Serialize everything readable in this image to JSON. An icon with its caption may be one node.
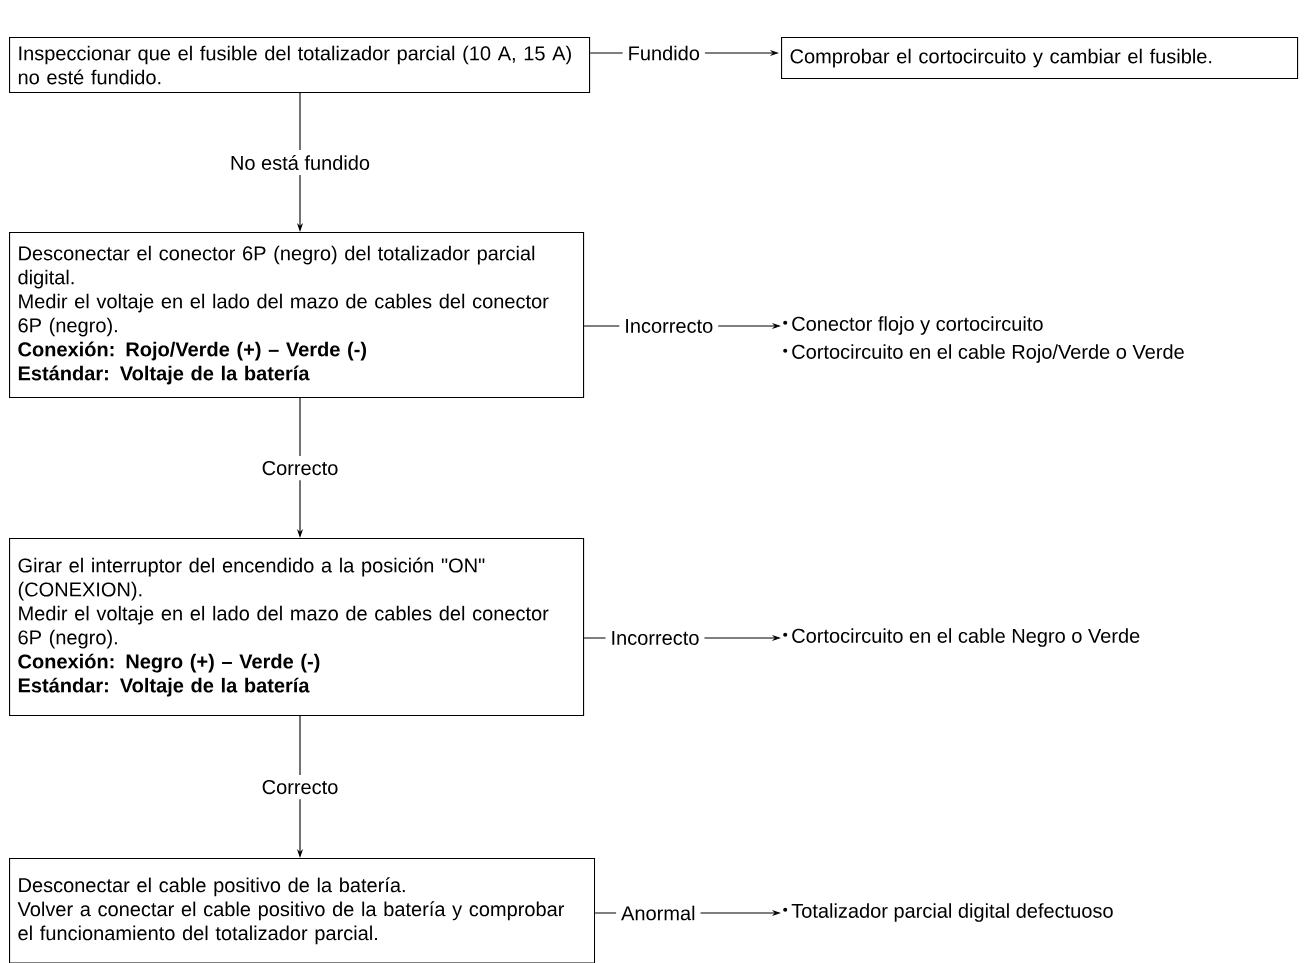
{
  "diagram": {
    "nodes": [
      {
        "text": [
          "Inspeccionar que el fusible del totalizador parcial (10 A, 15 A) no esté fundido."
        ]
      },
      {
        "text": [
          "Comprobar el cortocircuito y cambiar el fusible."
        ]
      },
      {
        "text": [
          "Desconectar el conector 6P (negro) del totalizador parcial digital.",
          "Medir el voltaje en el lado del mazo de cables del conector 6P (negro).",
          "**Conexión: Rojo/Verde (+) – Verde (-)**",
          "**Estándar: Voltaje de la batería**"
        ]
      },
      {
        "text": [
          "Conector flojo y cortocircuito",
          "Cortocircuito en el cable Rojo/Verde o Verde"
        ]
      },
      {
        "text": [
          "Girar el interruptor del encendido a la posición \"ON\" (CONEXION).",
          "Medir el voltaje en el lado del mazo de cables del conector 6P (negro).",
          "**Conexión: Negro (+) – Verde (-)**",
          "**Estándar: Voltaje de la batería**"
        ]
      },
      {
        "text": [
          "Cortocircuito en el cable Negro o Verde"
        ]
      },
      {
        "text": [
          "Desconectar el cable positivo de la batería.",
          "Volver a conectar el cable positivo de la batería y comprobar el funcionamiento del totalizador parcial."
        ]
      },
      {
        "text": [
          "Totalizador parcial digital defectuoso"
        ]
      }
    ],
    "edges": [
      {
        "from": 0,
        "to": 1,
        "arrow": "to",
        "label": "Fundido"
      },
      {
        "from": 0,
        "to": 2,
        "arrow": "to",
        "label": "No está fundido"
      },
      {
        "from": 2,
        "to": 3,
        "arrow": "to",
        "label": "Incorrecto"
      },
      {
        "from": 2,
        "to": 4,
        "arrow": "to",
        "label": "Correcto"
      },
      {
        "from": 4,
        "to": 5,
        "arrow": "to",
        "label": "Incorrecto"
      },
      {
        "from": 4,
        "to": 6,
        "arrow": "to",
        "label": "Correcto"
      },
      {
        "from": 6,
        "to": 7,
        "arrow": "to",
        "label": "Anormal"
      }
    ]
  }
}
